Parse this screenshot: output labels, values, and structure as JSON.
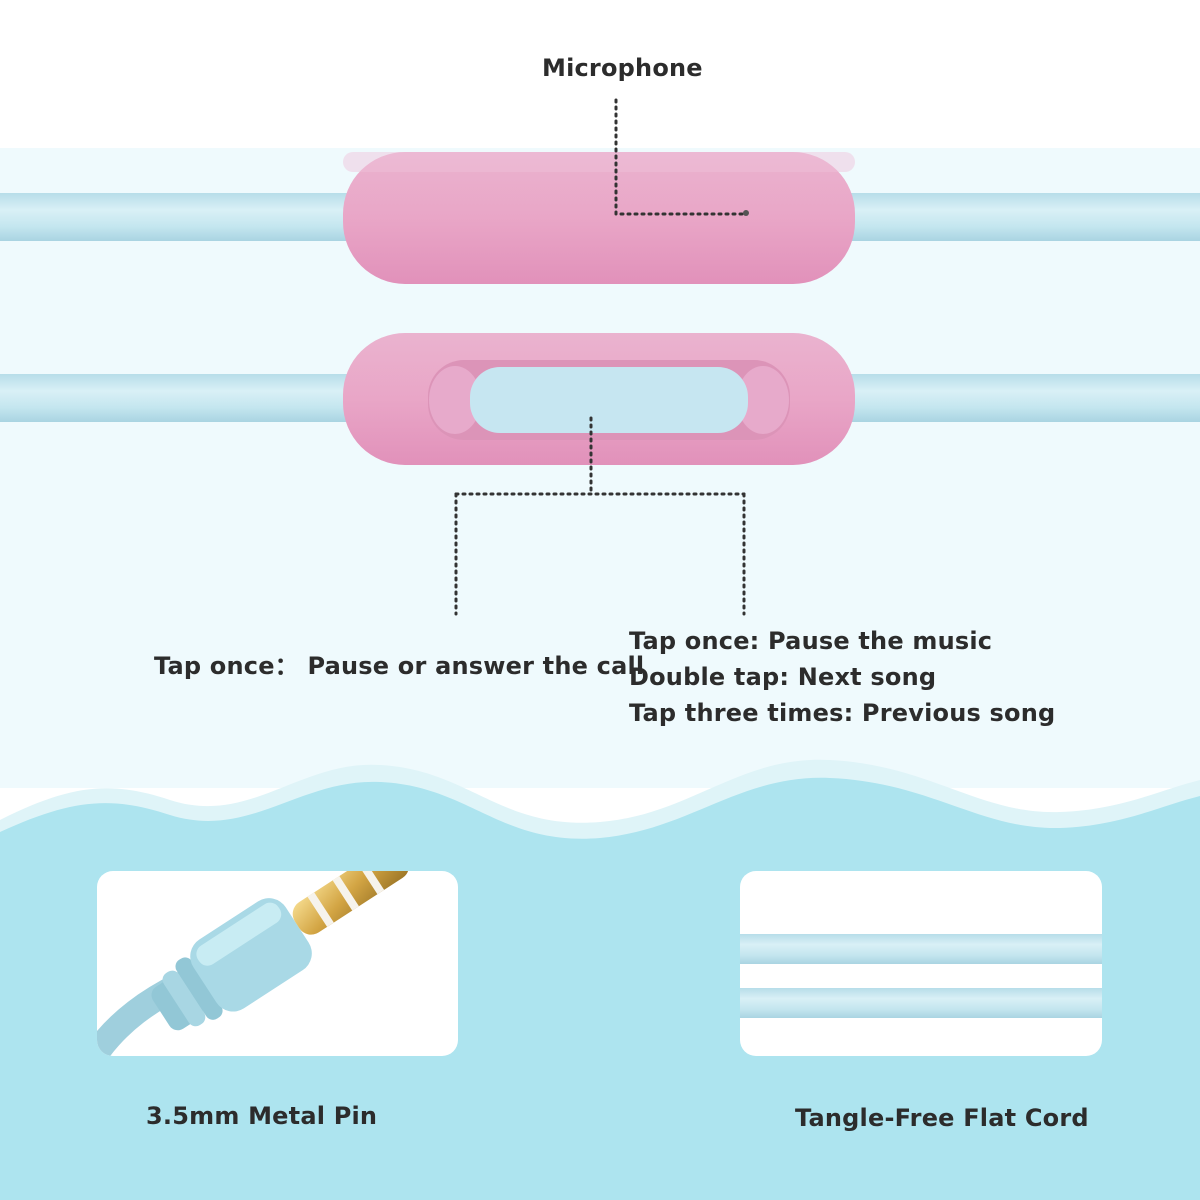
{
  "labels": {
    "microphone": "Microphone",
    "tap_once_left": "Tap once：  Pause or answer the call",
    "right_lines": [
      "Tap once: Pause the music",
      "Double tap: Next song",
      "Tap three times: Previous song"
    ],
    "metal_pin": "3.5mm Metal Pin",
    "flat_cord": "Tangle-Free Flat Cord"
  },
  "colors": {
    "pink": "#e9a7c8",
    "cord": "#c5e5ee",
    "wave": "#aee3ee",
    "gold": "#d6ad52",
    "text": "#2c2c2c"
  }
}
